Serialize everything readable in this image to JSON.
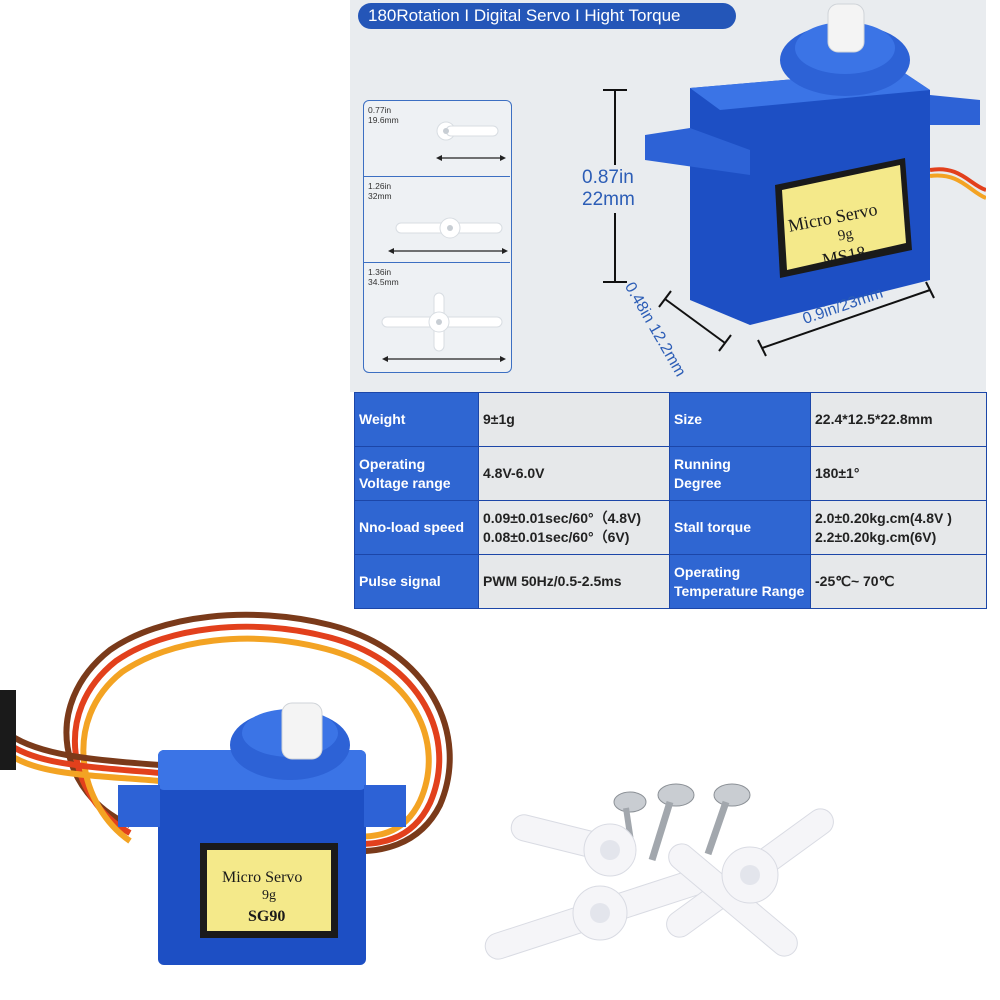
{
  "banner": {
    "text": "180Rotation I Digital Servo I Hight Torque"
  },
  "horns": [
    {
      "size_in": "0.77in",
      "size_mm": "19.6mm"
    },
    {
      "size_in": "1.26in",
      "size_mm": "32mm"
    },
    {
      "size_in": "1.36in",
      "size_mm": "34.5mm"
    }
  ],
  "dimensions": {
    "height_in": "0.87in",
    "height_mm": "22mm",
    "depth": "0.48in 12.2mm",
    "width": "0.9in/23mm"
  },
  "top_servo": {
    "label_line1": "Micro Servo",
    "label_line2": "9g",
    "model": "MS18"
  },
  "bottom_servo": {
    "label_line1": "Micro Servo",
    "label_line2": "9g",
    "model": "SG90"
  },
  "specs": {
    "rows": [
      [
        {
          "lines": [
            "Weight"
          ]
        },
        {
          "lines": [
            "9±1g"
          ]
        },
        {
          "lines": [
            "Size"
          ]
        },
        {
          "lines": [
            "22.4*12.5*22.8mm"
          ]
        }
      ],
      [
        {
          "lines": [
            "Operating",
            "Voltage range"
          ]
        },
        {
          "lines": [
            "4.8V-6.0V"
          ]
        },
        {
          "lines": [
            "Running",
            "Degree"
          ]
        },
        {
          "lines": [
            "180±1°"
          ]
        }
      ],
      [
        {
          "lines": [
            "Nno-load speed"
          ]
        },
        {
          "lines": [
            "0.09±0.01sec/60°（4.8V)",
            "0.08±0.01sec/60°（6V)"
          ]
        },
        {
          "lines": [
            "Stall torque"
          ]
        },
        {
          "lines": [
            "2.0±0.20kg.cm(4.8V )",
            "2.2±0.20kg.cm(6V)"
          ]
        }
      ],
      [
        {
          "lines": [
            "Pulse signal"
          ]
        },
        {
          "lines": [
            "PWM 50Hz/0.5-2.5ms"
          ]
        },
        {
          "lines": [
            "Operating",
            "Temperature Range"
          ]
        },
        {
          "lines": [
            "-25℃~ 70℃"
          ]
        }
      ]
    ]
  },
  "colors": {
    "accent": "#2f66d2",
    "banner": "#2456b8",
    "servo_blue": "#1d4fc4",
    "label_yellow": "#f4e98a",
    "wire_brown": "#7a3a1a",
    "wire_red": "#e2401c",
    "wire_orange": "#f3a323"
  }
}
